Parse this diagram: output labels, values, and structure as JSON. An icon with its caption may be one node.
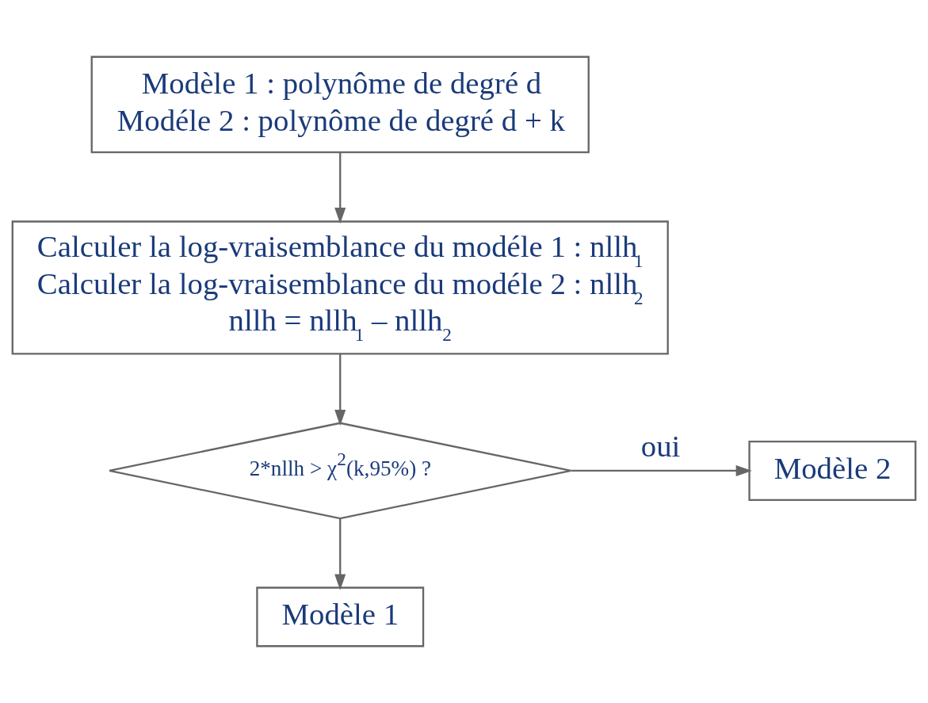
{
  "diagram": {
    "nodes": [
      {
        "text": [
          "Modèle 1 : polynôme de degré d",
          "Modéle 2 : polynôme de degré d + k"
        ]
      },
      {
        "text": [
          "Calculer la log-vraisemblance du modéle 1 : nllh$_{1}$",
          "Calculer la log-vraisemblance du modéle 2 : nllh$_{2}$",
          "nllh = nllh$_{1}$ – nllh$_{2}$"
        ]
      },
      {
        "text": [
          "2*nllh > χ$^{2}$(k,95%) ?"
        ]
      },
      {
        "text": [
          "Modèle 2"
        ]
      },
      {
        "text": [
          "Modèle 1"
        ]
      }
    ],
    "edges": [
      {
        "from": 0,
        "to": 1,
        "arrow": "to"
      },
      {
        "from": 1,
        "to": 2,
        "arrow": "to"
      },
      {
        "from": 2,
        "to": 3,
        "arrow": "to",
        "label": "oui"
      },
      {
        "from": 2,
        "to": 4,
        "arrow": "to"
      }
    ]
  }
}
